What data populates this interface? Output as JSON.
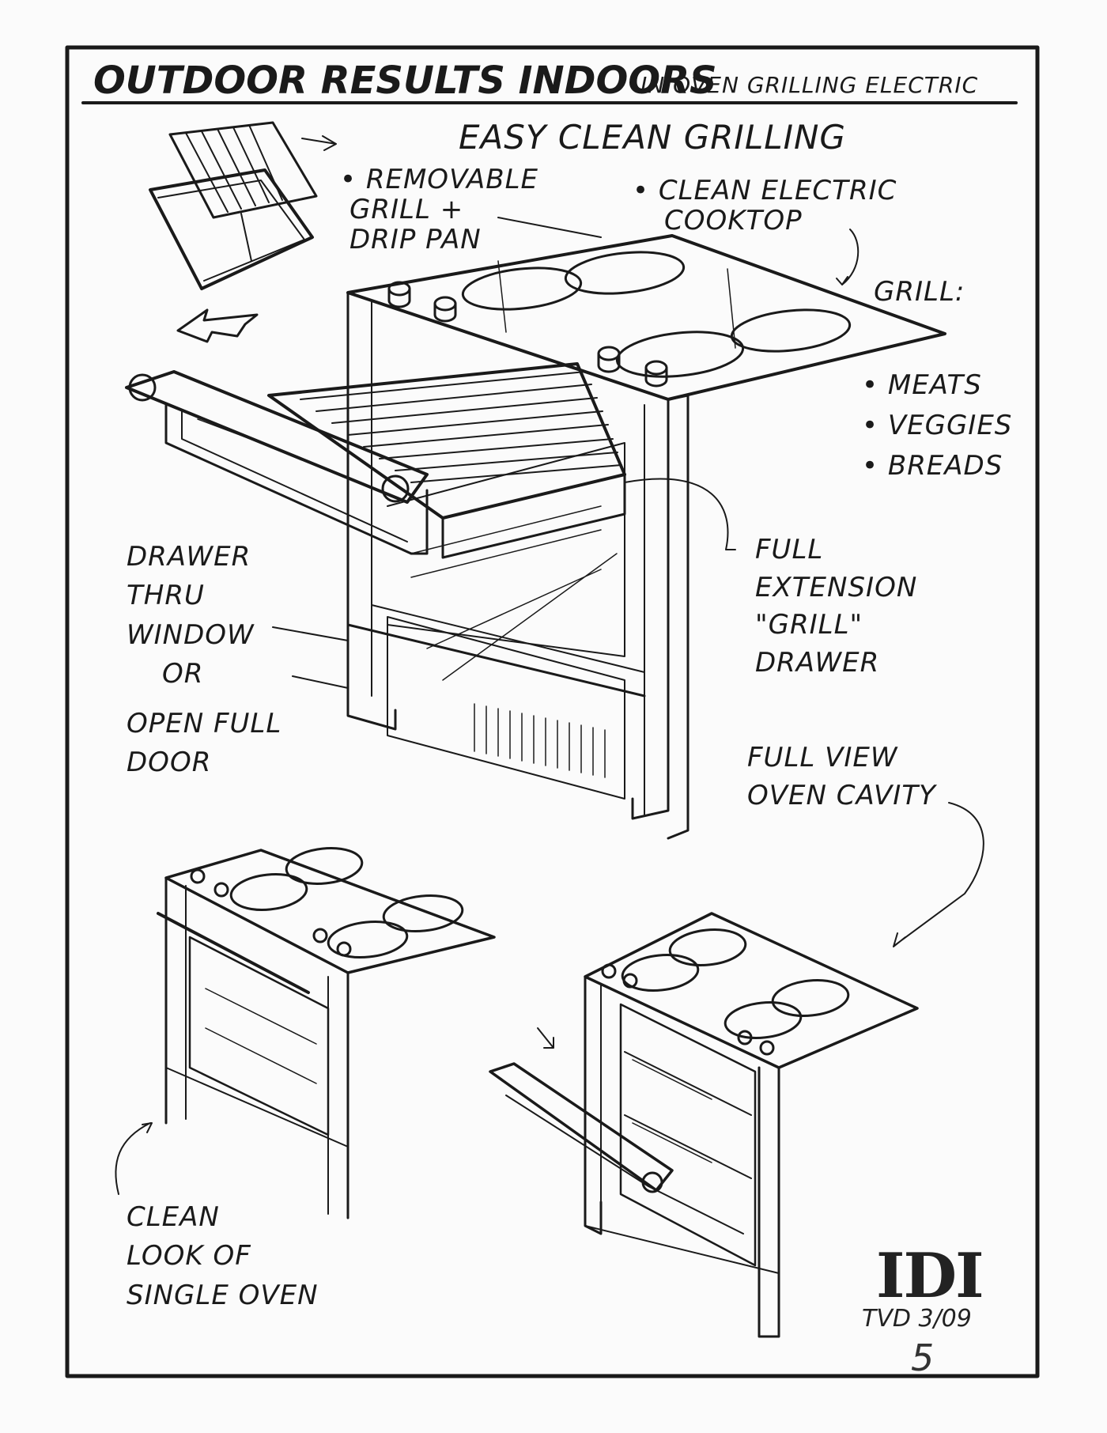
{
  "title": "OUTDOOR RESULTS INDOORS",
  "subtitle": "IN OVEN GRILLING ELECTRIC",
  "heading": "EASY CLEAN GRILLING",
  "callouts": {
    "removable": [
      "• REMOVABLE",
      "GRILL +",
      "DRIP PAN"
    ],
    "cooktop": [
      "• CLEAN ELECTRIC",
      "COOKTOP"
    ],
    "grill": "GRILL:",
    "grill_items": [
      "• MEATS",
      "• VEGGIES",
      "• BREADS"
    ],
    "drawer": [
      "FULL",
      "EXTENSION",
      "\"GRILL\"",
      "DRAWER"
    ],
    "thru_window": [
      "DRAWER",
      "THRU",
      "WINDOW",
      "OR",
      "OPEN FULL",
      "DOOR"
    ],
    "full_view": [
      "FULL VIEW",
      "OVEN CAVITY"
    ],
    "single_oven": [
      "CLEAN",
      "LOOK OF",
      "SINGLE OVEN"
    ]
  },
  "logo": "IDI",
  "signature": "TVD 3/09",
  "page_number": "5",
  "colors": {
    "ink": "#1a1a1a",
    "paper": "#fbfbfb"
  }
}
